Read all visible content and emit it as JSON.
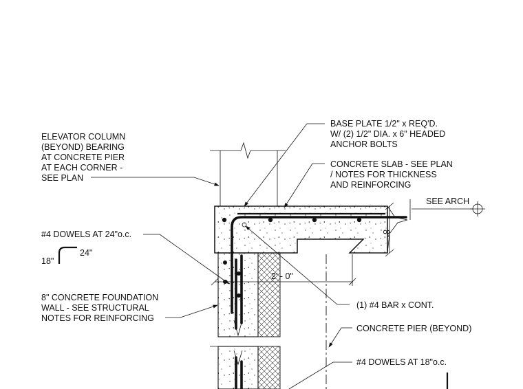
{
  "notes": {
    "elevator_column": [
      "ELEVATOR COLUMN",
      "(BEYOND) BEARING",
      "AT CONCRETE PIER",
      "AT EACH CORNER -",
      "SEE PLAN"
    ],
    "base_plate": [
      "BASE PLATE 1/2\" x REQ'D.",
      "W/ (2) 1/2\" DIA. x 6\" HEADED",
      "ANCHOR BOLTS"
    ],
    "concrete_slab": [
      "CONCRETE SLAB - SEE PLAN",
      "/ NOTES FOR THICKNESS",
      "AND REINFORCING"
    ],
    "see_arch": "SEE ARCH",
    "dowels_24": "#4 DOWELS AT 24\"o.c.",
    "hook_leg_vertical": "18\"",
    "hook_leg_horizontal": "24\"",
    "slab_depth": "8\"",
    "width_dim": "2' - 0\"",
    "foundation_wall": [
      "8\" CONCRETE FOUNDATION",
      "WALL - SEE STRUCTURAL",
      "NOTES FOR REINFORCING"
    ],
    "bar_cont": "(1) #4 BAR x CONT.",
    "concrete_pier": "CONCRETE PIER (BEYOND)",
    "dowels_18": "#4 DOWELS AT 18\"o.c."
  }
}
